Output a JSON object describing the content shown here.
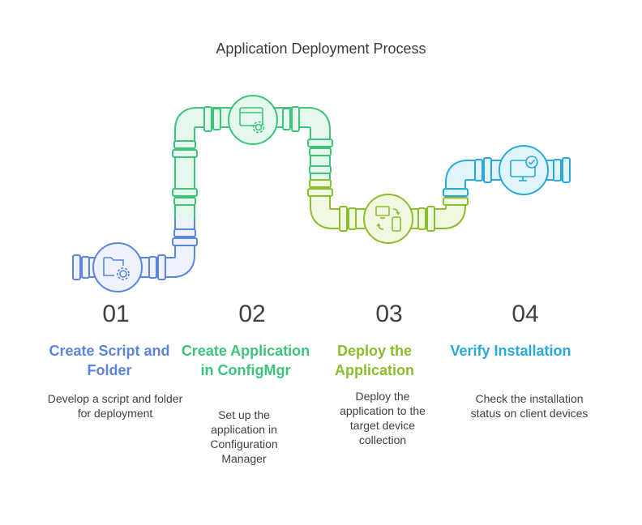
{
  "title": "Application Deployment Process",
  "colors": {
    "step1": "#5b84dc",
    "step2": "#3ec47a",
    "step3": "#8cbd2b",
    "step4": "#29a9d9"
  },
  "steps": [
    {
      "number": "01",
      "title": "Create Script and Folder",
      "description": "Develop a script and folder for deployment",
      "icon": "folder-gear-icon"
    },
    {
      "number": "02",
      "title": "Create Application in ConfigMgr",
      "description": "Set up the application in Configuration Manager",
      "icon": "window-gear-icon"
    },
    {
      "number": "03",
      "title": "Deploy the Application",
      "description": "Deploy the application to the target device collection",
      "icon": "devices-sync-icon"
    },
    {
      "number": "04",
      "title": "Verify Installation",
      "description": "Check the installation status on client devices",
      "icon": "monitor-check-icon"
    }
  ]
}
